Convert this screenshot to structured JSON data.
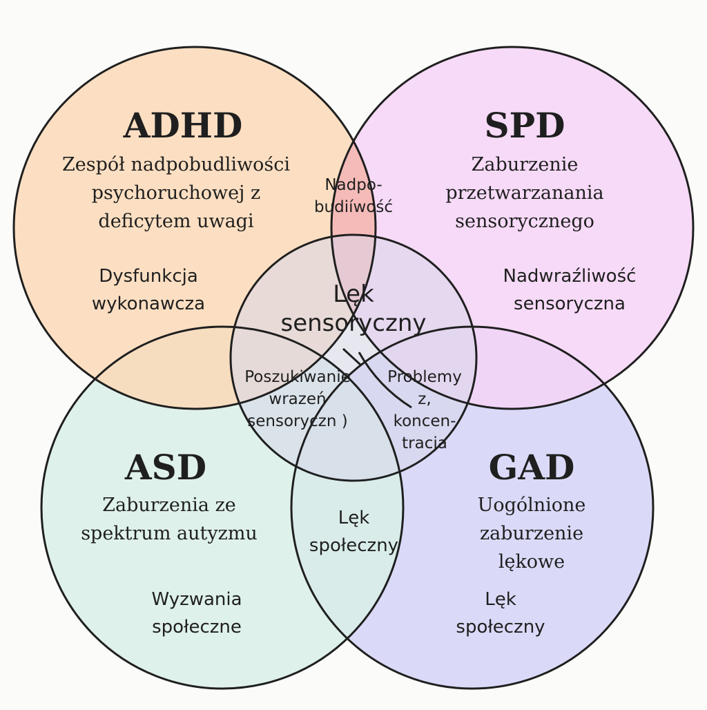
{
  "colors": {
    "adhd": "#fcd9b8",
    "spd": "#f5d4f7",
    "asd": "#d8efe8",
    "gad": "#d4d4f8",
    "adhd_spd_overlap": "#f4b7b7",
    "center": "#d7d7ea",
    "outline": "#1f1f1f"
  },
  "circles": {
    "adhd": {
      "title": "ADHD",
      "description": [
        "Zespół nadpobudliwości",
        "psychoruchowej z",
        "deficytem uwagi"
      ],
      "note": [
        "Dysfunkcja",
        "wykonawcza"
      ]
    },
    "spd": {
      "title": "SPD",
      "description": [
        "Zaburzenie",
        "przetwarzanania",
        "sensorycznego"
      ],
      "note": [
        "Nadwraźliwość",
        "sensoryczna"
      ]
    },
    "asd": {
      "title": "ASD",
      "description": [
        "Zaburzenia ze",
        "spektrum autyzmu"
      ],
      "note": [
        "Wyzwania",
        "społeczne"
      ]
    },
    "gad": {
      "title": "GAD",
      "description": [
        "Uogólnione",
        "zaburzenie",
        "lękowe"
      ],
      "note": [
        "Lęk",
        "społeczny"
      ]
    }
  },
  "overlaps": {
    "adhd_spd": [
      "Nadpo-",
      "budiíwość"
    ],
    "asd_gad": [
      "Lęk",
      "społeczny"
    ],
    "center_title": [
      "Lęk",
      "sensoryczny"
    ],
    "center_left": [
      "Poszukiwanie",
      "wrazeń",
      "sensoryczn )"
    ],
    "center_right": [
      "Problemy",
      "z,",
      "koncen-",
      "tracja"
    ]
  }
}
